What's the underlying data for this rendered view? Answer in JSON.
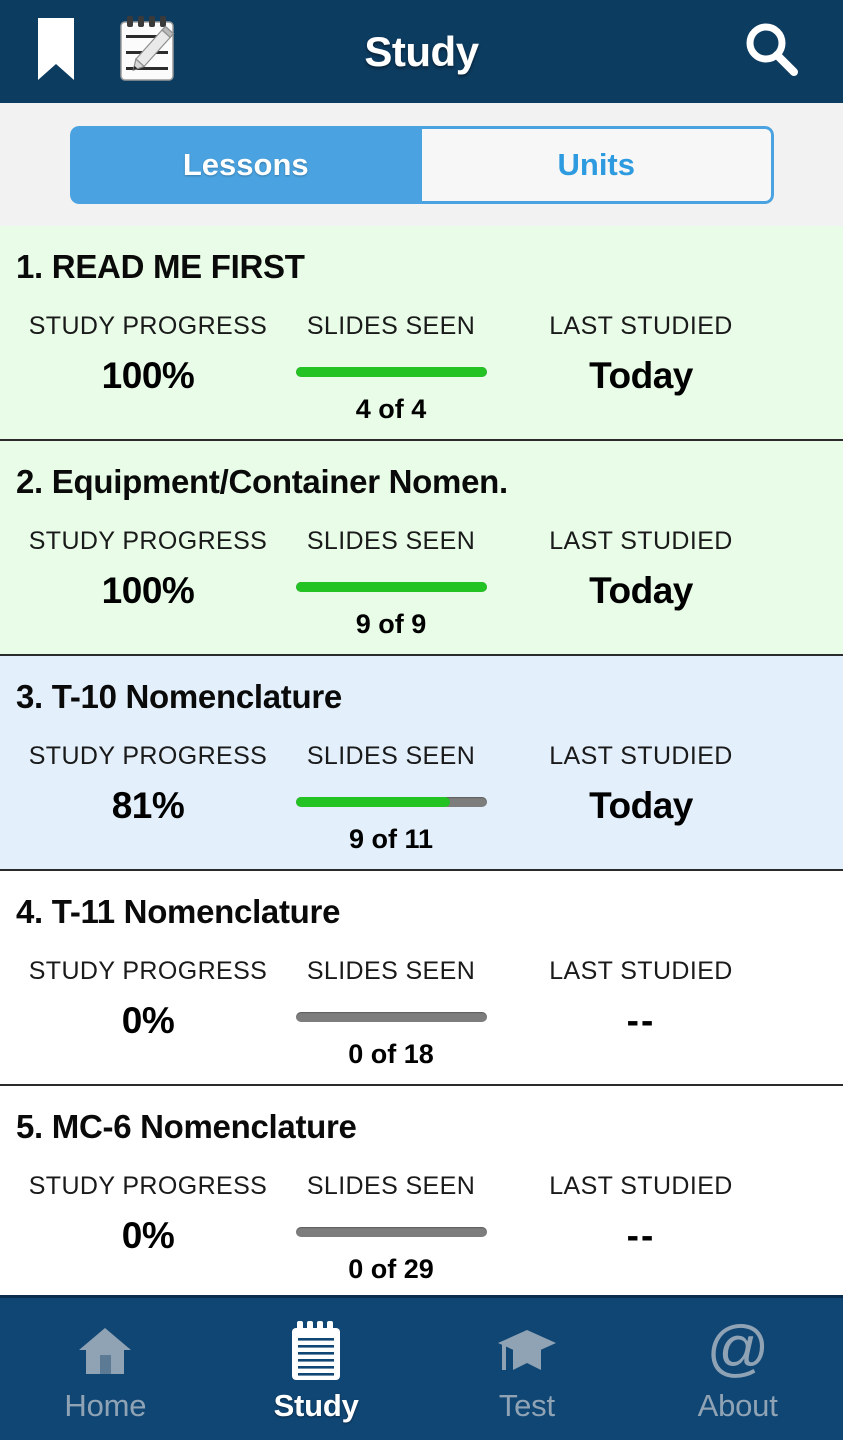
{
  "header": {
    "title": "Study",
    "bookmark_icon": "bookmark-icon",
    "notepad_icon": "notepad-pencil-icon",
    "search_icon": "search-icon",
    "bg_color": "#0d3c61"
  },
  "segmented": {
    "options": [
      {
        "label": "Lessons",
        "active": true
      },
      {
        "label": "Units",
        "active": false
      }
    ],
    "active_color": "#4aa3e0",
    "inactive_text_color": "#2e9be0"
  },
  "columns": {
    "progress_label": "STUDY PROGRESS",
    "slides_label": "SLIDES SEEN",
    "last_label": "LAST STUDIED"
  },
  "lessons": [
    {
      "title": "1. READ ME FIRST",
      "progress": "100%",
      "percent": 100,
      "slides_caption": "4 of 4",
      "seen": 4,
      "total": 4,
      "last_studied": "Today",
      "state": "done"
    },
    {
      "title": "2. Equipment/Container Nomen.",
      "progress": "100%",
      "percent": 100,
      "slides_caption": "9 of 9",
      "seen": 9,
      "total": 9,
      "last_studied": "Today",
      "state": "done"
    },
    {
      "title": "3. T-10 Nomenclature",
      "progress": "81%",
      "percent": 81,
      "slides_caption": "9 of 11",
      "seen": 9,
      "total": 11,
      "last_studied": "Today",
      "state": "inprog"
    },
    {
      "title": "4. T-11 Nomenclature",
      "progress": "0%",
      "percent": 0,
      "slides_caption": "0 of 18",
      "seen": 0,
      "total": 18,
      "last_studied": "--",
      "state": "todo"
    },
    {
      "title": "5. MC-6 Nomenclature",
      "progress": "0%",
      "percent": 0,
      "slides_caption": "0 of 29",
      "seen": 0,
      "total": 29,
      "last_studied": "--",
      "state": "todo"
    }
  ],
  "colors": {
    "row_done": "#e8fce8",
    "row_inprogress": "#e3f0fb",
    "row_todo": "#ffffff",
    "bar_fill": "#22c322",
    "bar_track": "#7d7d7d",
    "nav_bg": "#104674",
    "nav_idle_text": "#8fa3b5"
  },
  "bottom_nav": [
    {
      "label": "Home",
      "icon": "home-icon",
      "active": false
    },
    {
      "label": "Study",
      "icon": "notepad-icon",
      "active": true
    },
    {
      "label": "Test",
      "icon": "graduation-cap-icon",
      "active": false
    },
    {
      "label": "About",
      "icon": "at-sign-icon",
      "active": false
    }
  ]
}
